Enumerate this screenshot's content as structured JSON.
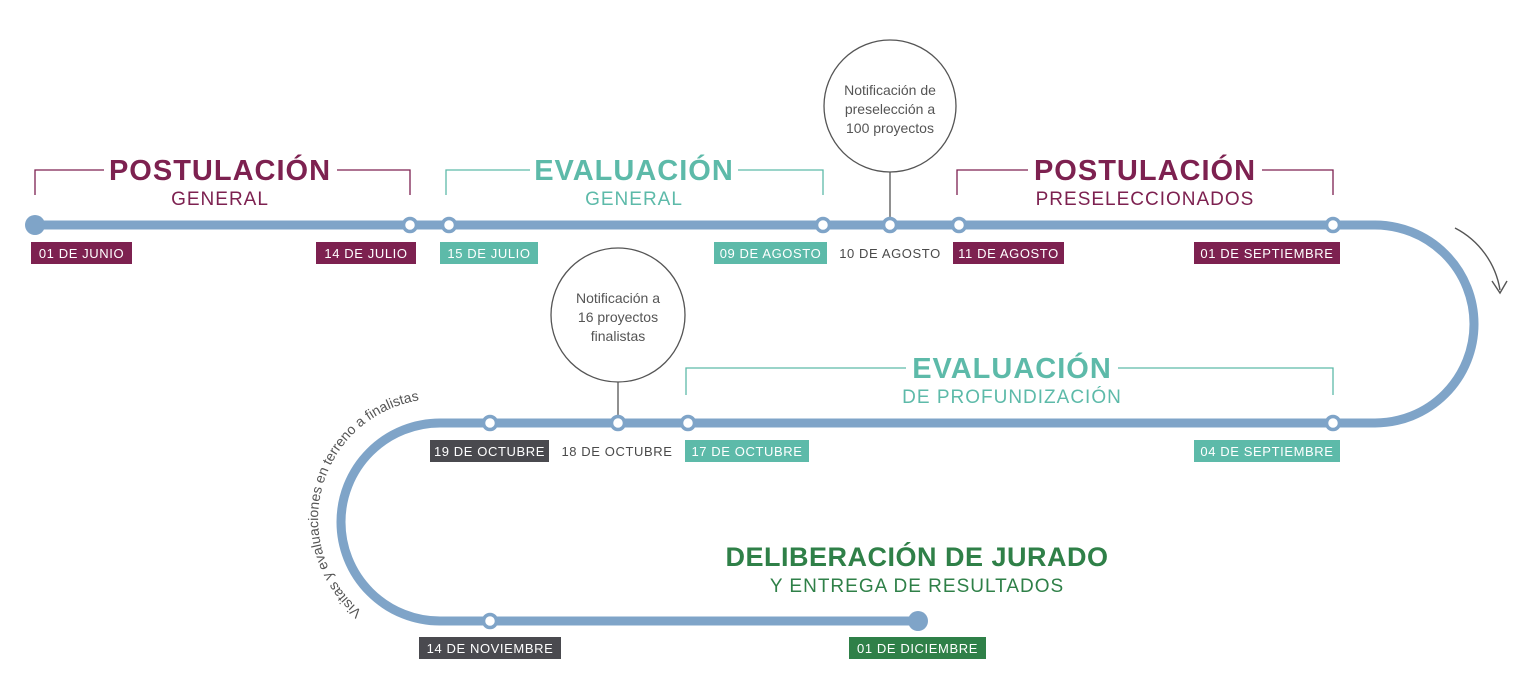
{
  "colors": {
    "track": "#7fa4c8",
    "plum": "#7d2150",
    "teal": "#5dbaa9",
    "dark": "#4a4a4f",
    "green": "#2f8048",
    "gray_text": "#4a4a4a"
  },
  "phases": {
    "postulacion_general": {
      "title": "POSTULACIÓN",
      "subtitle": "GENERAL"
    },
    "evaluacion_general": {
      "title": "EVALUACIÓN",
      "subtitle": "GENERAL"
    },
    "postulacion_preseleccionados": {
      "title": "POSTULACIÓN",
      "subtitle": "PRESELECCIONADOS"
    },
    "evaluacion_profundizacion": {
      "title": "EVALUACIÓN",
      "subtitle": "DE PROFUNDIZACIÓN"
    },
    "deliberacion": {
      "title": "DELIBERACIÓN DE JURADO",
      "subtitle": "Y ENTREGA DE RESULTADOS"
    }
  },
  "dates": {
    "d01_junio": "01 DE JUNIO",
    "d14_julio": "14 DE JULIO",
    "d15_julio": "15 DE JULIO",
    "d09_agosto": "09 DE AGOSTO",
    "d10_agosto": "10 DE AGOSTO",
    "d11_agosto": "11 DE AGOSTO",
    "d01_septiembre": "01 DE SEPTIEMBRE",
    "d04_septiembre": "04 DE SEPTIEMBRE",
    "d17_octubre": "17 DE OCTUBRE",
    "d18_octubre": "18 DE OCTUBRE",
    "d19_octubre": "19 DE OCTUBRE",
    "d14_noviembre": "14 DE NOVIEMBRE",
    "d01_diciembre": "01 DE DICIEMBRE"
  },
  "notifications": {
    "preseleccion": [
      "Notificación de",
      "preselección a",
      "100 proyectos"
    ],
    "finalistas": [
      "Notificación a",
      "16 proyectos",
      "finalistas"
    ]
  },
  "curve_label": "Visitas y evaluaciones en terreno a finalistas"
}
